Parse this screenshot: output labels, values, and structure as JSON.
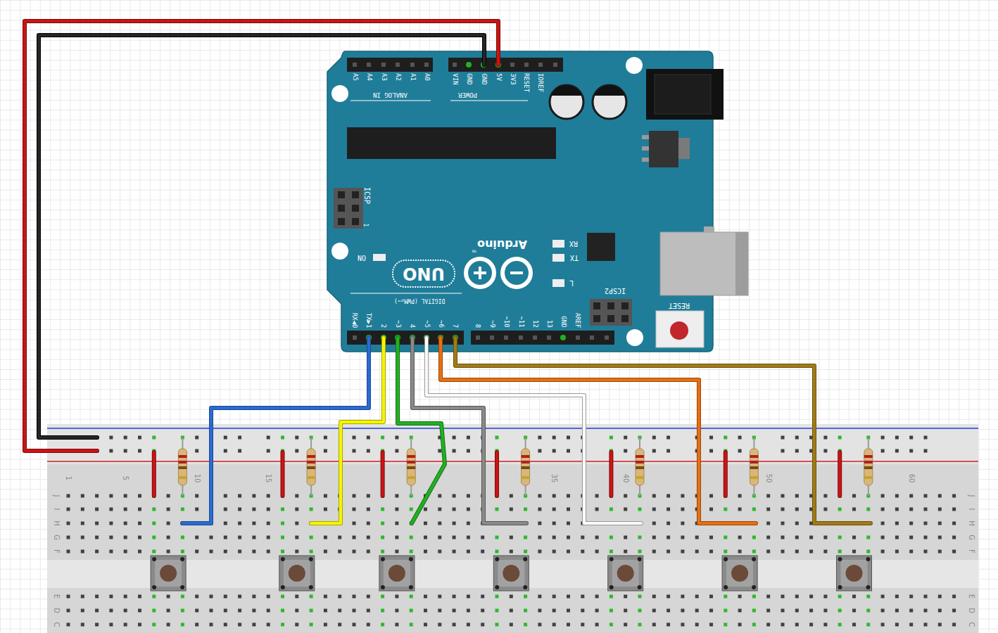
{
  "diagram": {
    "labels": [
      "A5",
      "A4",
      "A3",
      "A2",
      "A1",
      "A0",
      "ANALOG IN",
      "VIN",
      "GND",
      "GND",
      "5V",
      "3V3",
      "RESET",
      "IOREF",
      "POWER",
      "ICSP",
      "1",
      "ON",
      "UNO",
      "Arduino",
      "TM",
      "RX",
      "TX",
      "L",
      "ICSP2",
      "RESET",
      "DIGITAL (PWM=~)",
      "RX◀0",
      "TX▶1",
      "2",
      "~3",
      "4",
      "~5",
      "~6",
      "7",
      "8",
      "~9",
      "~10",
      "~11",
      "12",
      "13",
      "GND",
      "AREF",
      "1",
      "5",
      "10",
      "15",
      "35",
      "40",
      "50",
      "60",
      "J",
      "I",
      "H",
      "G",
      "F",
      "E",
      "D",
      "C",
      "J",
      "I",
      "H",
      "G",
      "F",
      "E",
      "D",
      "C"
    ]
  }
}
